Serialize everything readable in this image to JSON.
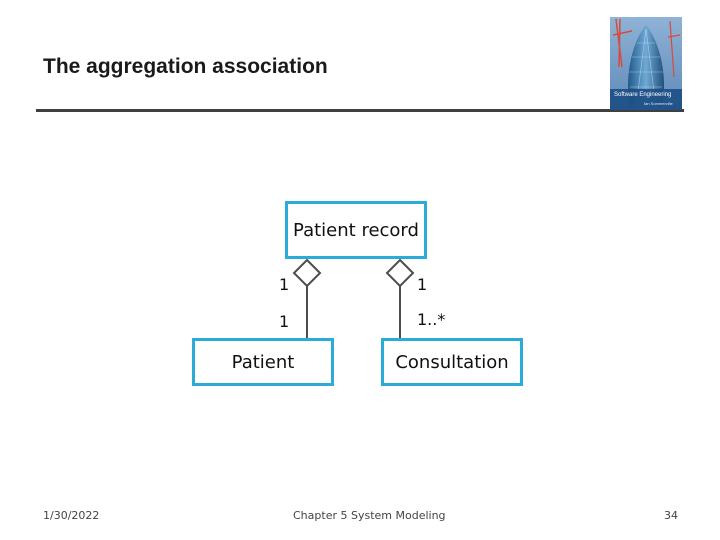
{
  "slide": {
    "title": "The aggregation association",
    "book_cover_title": "Software Engineering",
    "book_cover_author": "Ian Sommerville"
  },
  "diagram": {
    "classes": {
      "patient_record": "Patient record",
      "patient": "Patient",
      "consultation": "Consultation"
    },
    "associations": [
      {
        "whole": "Patient record",
        "part": "Patient",
        "whole_multiplicity": "1",
        "part_multiplicity": "1",
        "kind": "aggregation"
      },
      {
        "whole": "Patient record",
        "part": "Consultation",
        "whole_multiplicity": "1",
        "part_multiplicity": "1..*",
        "kind": "aggregation"
      }
    ],
    "colors": {
      "class_border": "#2cabd9",
      "line": "#4d4d4d"
    }
  },
  "footer": {
    "date": "1/30/2022",
    "chapter": "Chapter 5 System Modeling",
    "page_number": "34"
  }
}
